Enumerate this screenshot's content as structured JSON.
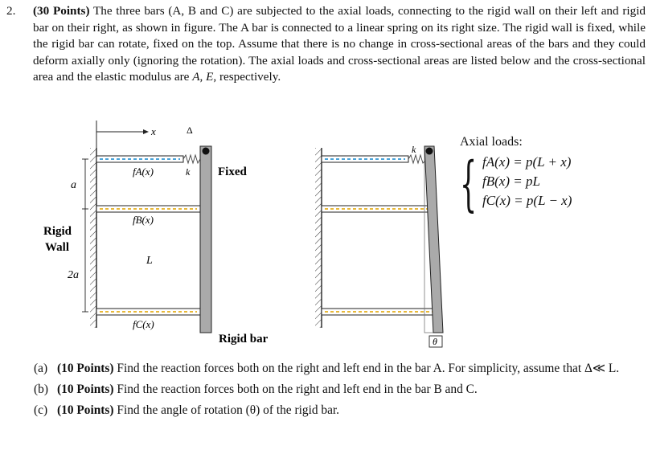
{
  "problem": {
    "number": "2.",
    "points": "(30 Points)",
    "text": "The three bars (A, B and C) are subjected to the axial loads, connecting to the rigid wall on their left and rigid bar on their right, as shown in figure. The A bar is connected to a linear spring on its right size. The rigid wall is fixed, while the rigid bar can rotate, fixed on the top. Assume that there is no change in cross-sectional areas of the bars and they could deform axially only (ignoring the rotation). The axial loads and cross-sectional areas are listed below and the cross-sectional area and the elastic modulus are ",
    "symbol_A": "A",
    "comma": ", ",
    "symbol_E": "E",
    "ending": ", respectively."
  },
  "figure": {
    "x_label": "x",
    "delta_label": "Δ",
    "a_label": "a",
    "two_a_label": "2a",
    "L_label": "L",
    "k_label_left": "k",
    "k_label_right": "k",
    "fixed_label": "Fixed",
    "rigid_wall_label_1": "Rigid",
    "rigid_wall_label_2": "Wall",
    "rigid_bar_label": "Rigid bar",
    "fA_label": "fA(x)",
    "fB_label": "fB(x)",
    "fC_label": "fC(x)",
    "theta_label": "θ",
    "colors": {
      "bar_fill": "#aaaaaa",
      "load_blue": "#4aa3d8",
      "load_yellow": "#e8b93a"
    }
  },
  "axial_loads": {
    "heading": "Axial loads:",
    "eq_A": "fA(x) = p(L + x)",
    "eq_B": "fB(x) = pL",
    "eq_C": "fC(x) = p(L − x)"
  },
  "questions": [
    {
      "label": "(a)",
      "points": "(10 Points)",
      "text": " Find the reaction forces both on the right and left end in the bar A. For simplicity, assume that Δ≪ L."
    },
    {
      "label": "(b)",
      "points": "(10 Points)",
      "text": " Find the reaction forces both on the right and left end in the bar B and C."
    },
    {
      "label": "(c)",
      "points": "(10 Points)",
      "text": " Find the angle of rotation (θ) of the rigid bar."
    }
  ]
}
